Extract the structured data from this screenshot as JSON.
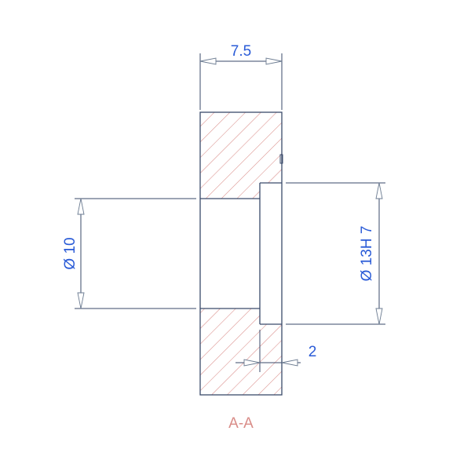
{
  "drawing": {
    "section_label": "A-A",
    "dimensions": {
      "width": "7.5",
      "bore_diameter": "Ø 10",
      "counterbore_diameter": "Ø 13H 7",
      "counterbore_depth": "2"
    },
    "colors": {
      "dimension_text": "#2a5bd7",
      "hatch": "#d98c88",
      "edges": "#3a4a6a"
    }
  }
}
